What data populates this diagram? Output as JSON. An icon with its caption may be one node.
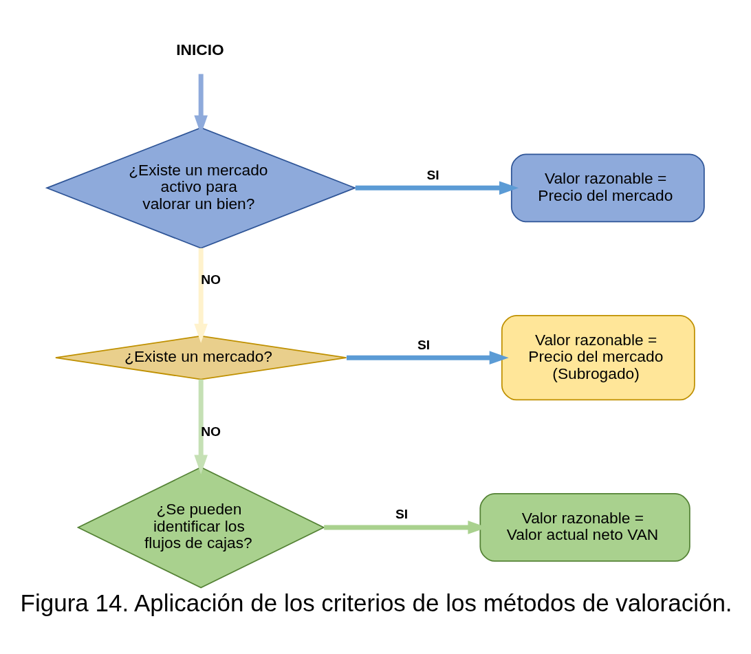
{
  "diagram": {
    "caption": "Figura 14. Aplicación de los criterios de los métodos de valoración.",
    "nodes": [
      {
        "text": [
          "INICIO"
        ]
      },
      {
        "text": [
          "¿Existe un mercado activo para valorar un bien?"
        ]
      },
      {
        "text": [
          "Valor razonable = Precio del mercado"
        ]
      },
      {
        "text": [
          "¿Existe un mercado?"
        ]
      },
      {
        "text": [
          "Valor razonable = Precio del mercado (Subrogado)"
        ]
      },
      {
        "text": [
          "¿Se pueden identificar los flujos de cajas?"
        ]
      },
      {
        "text": [
          "Valor razonable = Valor actual neto VAN"
        ]
      }
    ],
    "edges": [
      {
        "from": 0,
        "to": 1,
        "arrow": "to",
        "color": "#8eaadb"
      },
      {
        "from": 1,
        "to": 2,
        "arrow": "to",
        "label": "SI"
      },
      {
        "from": 1,
        "to": 3,
        "arrow": "to",
        "label": "NO",
        "color": "#fff2cc"
      },
      {
        "from": 3,
        "to": 4,
        "arrow": "to",
        "label": "SI"
      },
      {
        "from": 3,
        "to": 5,
        "arrow": "to",
        "label": "NO",
        "color": "#c5e0b4"
      },
      {
        "from": 5,
        "to": 6,
        "arrow": "to",
        "label": "SI",
        "color": "#a9d18e"
      }
    ]
  }
}
